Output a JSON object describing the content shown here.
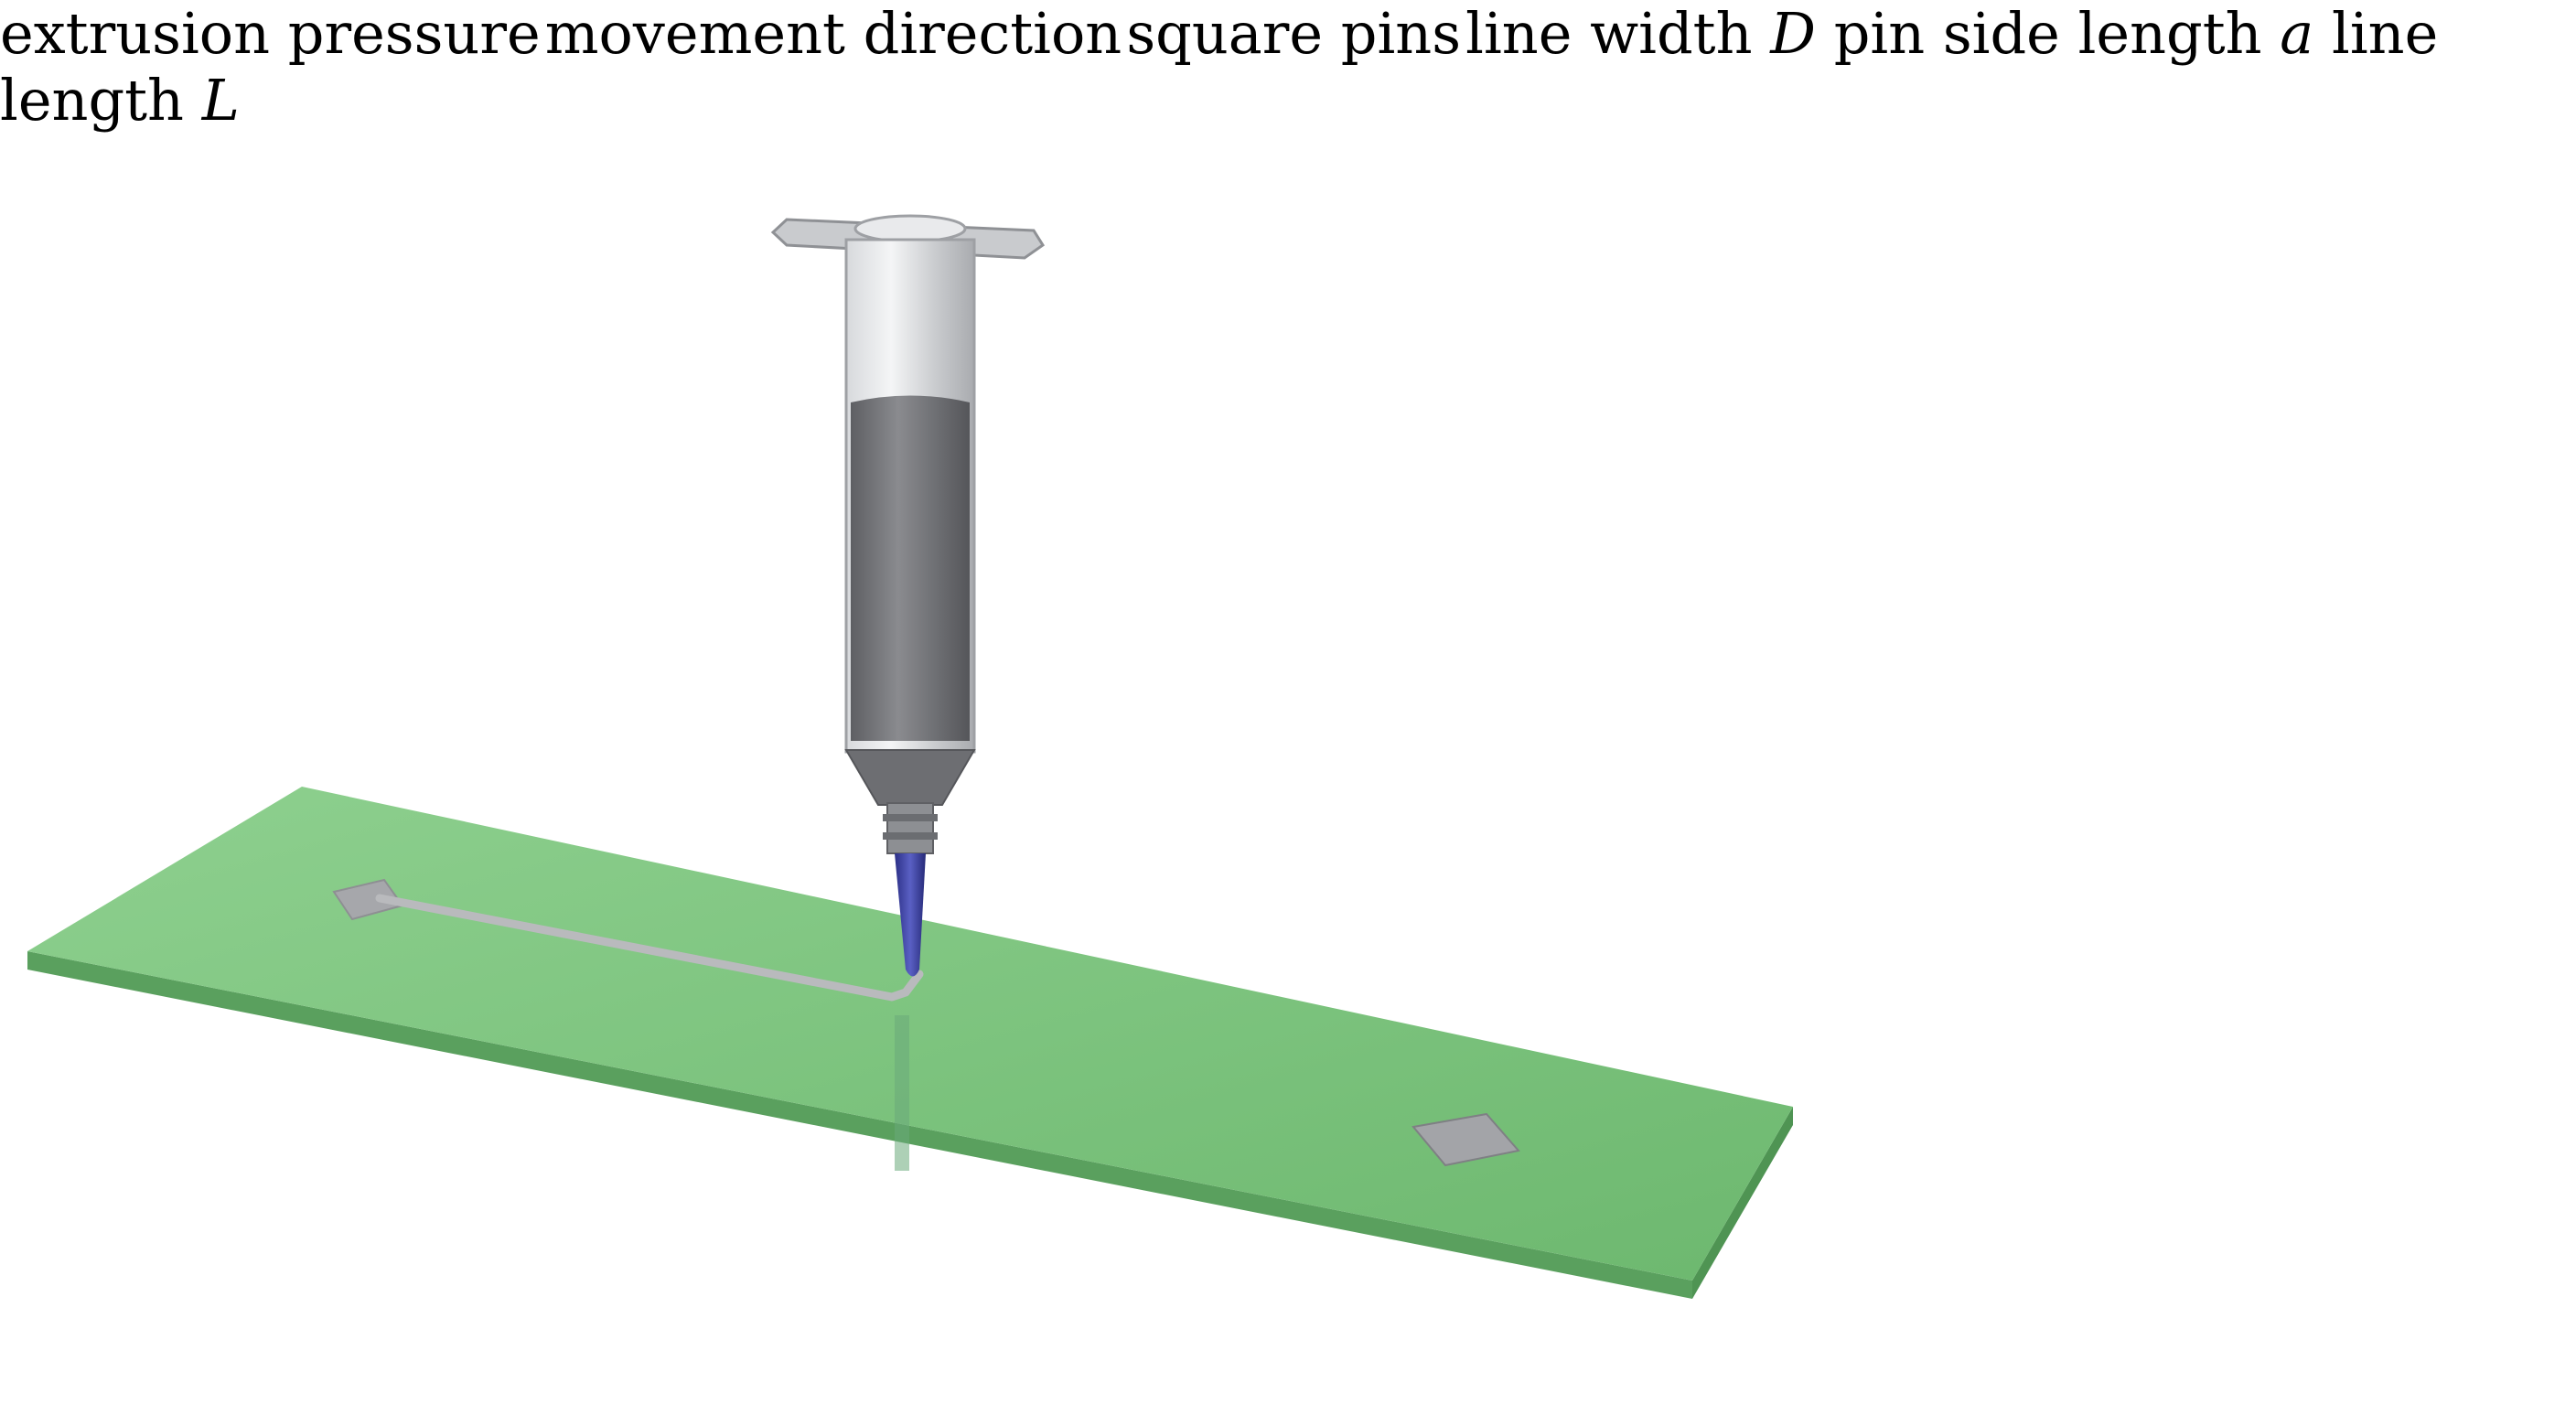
{
  "labels": {
    "extrusion_pressure": "extrusion pressure",
    "movement_direction": "movement direction",
    "square_pins": "square pins",
    "line_width": "line width",
    "line_width_symbol": "D",
    "pin_side_length": "pin side length",
    "pin_side_length_symbol": "a",
    "line_length": "line length",
    "line_length_symbol": "L"
  },
  "icons": {
    "pressure_arrow": "down-arrow-icon",
    "movement_arrow": "right-arrow-icon",
    "transition_arrow": "curved-up-arrow-icon"
  },
  "colors": {
    "substrate": "#7cc47d",
    "substrate_light": "#a8d8a8",
    "substrate_edge": "#5aa05e",
    "arrow_blue": "#8fb0d4",
    "pressure_arrow": "#7891b5",
    "paste": "#7a7b7f",
    "needle": "#3b3f9a",
    "pin": "#8e8f93",
    "line": "#c8c9cc"
  }
}
